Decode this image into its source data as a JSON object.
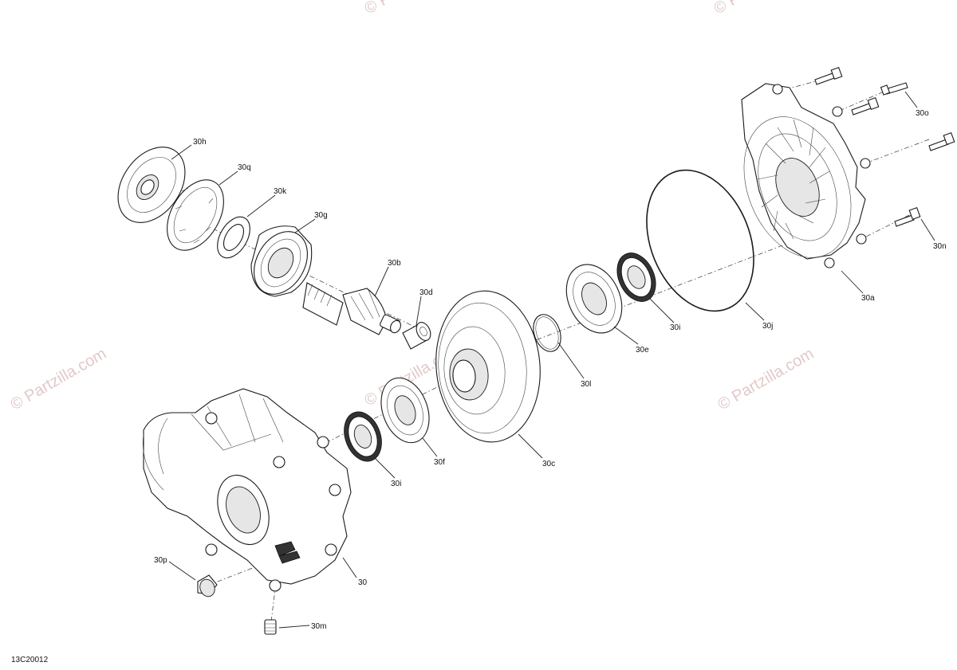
{
  "watermark": {
    "text": "© Partzilla.com"
  },
  "diagram_code": "13C20012",
  "callouts": {
    "c30": "30",
    "c30a": "30a",
    "c30b": "30b",
    "c30c": "30c",
    "c30d": "30d",
    "c30e": "30e",
    "c30f": "30f",
    "c30g": "30g",
    "c30h": "30h",
    "c30i_left": "30i",
    "c30i_right": "30i",
    "c30j": "30j",
    "c30k": "30k",
    "c30l": "30l",
    "c30m": "30m",
    "c30n": "30n",
    "c30o": "30o",
    "c30p": "30p",
    "c30q": "30q"
  }
}
